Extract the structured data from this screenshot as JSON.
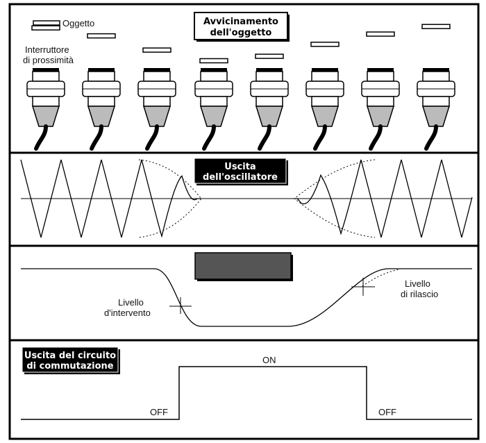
{
  "panel1": {
    "title_line1": "Avvicinamento",
    "title_line2": "dell'oggetto",
    "object_label": "Oggetto",
    "switch_label_line1": "Interruttore",
    "switch_label_line2": "di prossimità",
    "object_heights": [
      0.92,
      0.74,
      0.42,
      0.18,
      0.28,
      0.55,
      0.78,
      0.95
    ]
  },
  "panel2": {
    "title_line1": "Uscita",
    "title_line2": "dell'oscillatore"
  },
  "panel3": {
    "title_line1": "",
    "title_line2": "",
    "trip_label_line1": "Livello",
    "trip_label_line2": "d'intervento",
    "release_label_line1": "Livello",
    "release_label_line2": "di rilascio"
  },
  "panel4": {
    "title_line1": "Uscita del circuito",
    "title_line2": "di commutazione",
    "on_label": "ON",
    "off_label_left": "OFF",
    "off_label_right": "OFF"
  }
}
